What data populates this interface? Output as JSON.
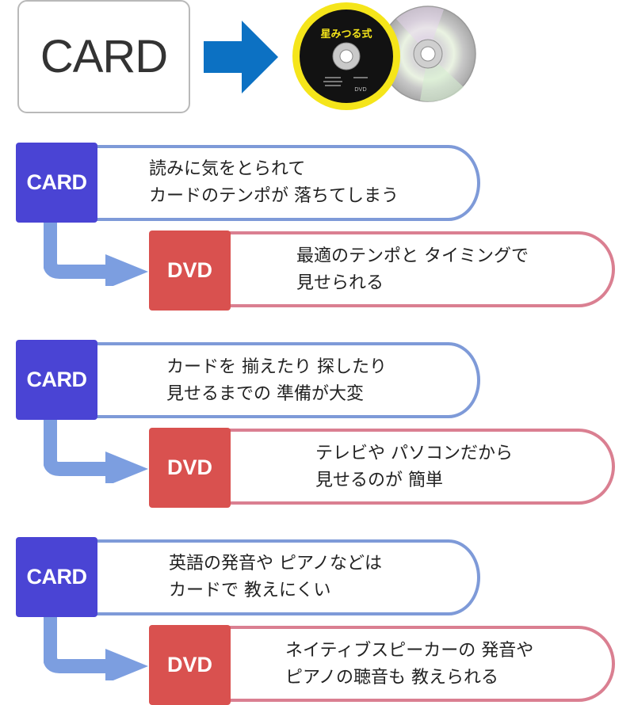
{
  "header": {
    "card_label": "CARD",
    "disc_title": "星みつる式",
    "disc_small_label": "DVD"
  },
  "rows": [
    {
      "card_label": "CARD",
      "card_text": [
        "読みに気をとられて",
        "カードのテンポが 落ちてしまう"
      ],
      "dvd_label": "DVD",
      "dvd_text": [
        "最適のテンポと タイミングで",
        "見せられる"
      ]
    },
    {
      "card_label": "CARD",
      "card_text": [
        "カードを 揃えたり 探したり",
        "見せるまでの 準備が大変"
      ],
      "dvd_label": "DVD",
      "dvd_text": [
        "テレビや パソコンだから",
        "見せるのが 簡単"
      ]
    },
    {
      "card_label": "CARD",
      "card_text": [
        "英語の発音や ピアノなどは",
        "カードで 教えにくい"
      ],
      "dvd_label": "DVD",
      "dvd_text": [
        "ネイティブスピーカーの 発音や",
        "ピアノの聴音も 教えられる"
      ]
    }
  ],
  "colors": {
    "card_blue": "#4a44d4",
    "bubble_blue": "#7e9ad8",
    "dvd_red": "#d9514f",
    "bubble_red": "#da7f91",
    "arrow_blue": "#0c71c3",
    "elbow_arrow": "#7c9ee0",
    "disc_yellow": "#f5e51a"
  },
  "icons": [
    "right-arrow-icon",
    "dvd-disc-icon",
    "silver-disc-icon",
    "elbow-arrow-icon"
  ]
}
